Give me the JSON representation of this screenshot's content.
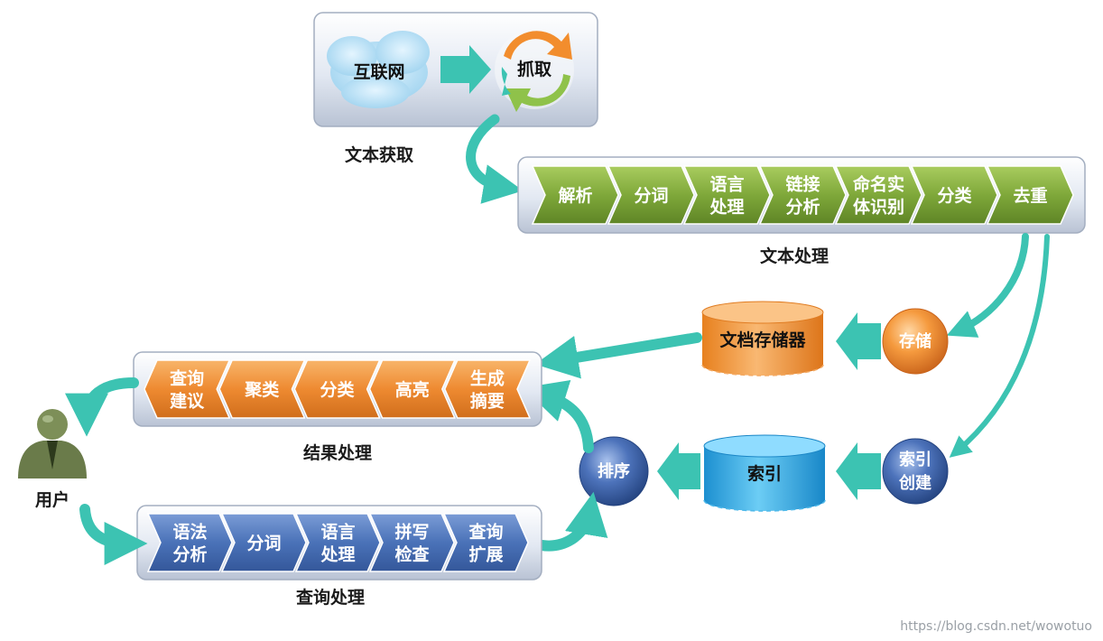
{
  "acquisition": {
    "title": "文本获取",
    "internet": "互联网",
    "crawl": "抓取"
  },
  "text_processing": {
    "title": "文本处理",
    "steps": [
      [
        "解析"
      ],
      [
        "分词"
      ],
      [
        "语言",
        "处理"
      ],
      [
        "链接",
        "分析"
      ],
      [
        "命名实",
        "体识别"
      ],
      [
        "分类"
      ],
      [
        "去重"
      ]
    ]
  },
  "storage": {
    "store": "存储",
    "doc_store": "文档存储器"
  },
  "indexing": {
    "create": [
      "索引",
      "创建"
    ],
    "index": "索引"
  },
  "ranking": {
    "rank": "排序"
  },
  "result_processing": {
    "title": "结果处理",
    "steps": [
      [
        "查询",
        "建议"
      ],
      [
        "聚类"
      ],
      [
        "分类"
      ],
      [
        "高亮"
      ],
      [
        "生成",
        "摘要"
      ]
    ]
  },
  "query_processing": {
    "title": "查询处理",
    "steps": [
      [
        "语法",
        "分析"
      ],
      [
        "分词"
      ],
      [
        "语言",
        "处理"
      ],
      [
        "拼写",
        "检查"
      ],
      [
        "查询",
        "扩展"
      ]
    ]
  },
  "user": {
    "label": "用户"
  },
  "watermark": "https://blog.csdn.net/wowotuo",
  "colors": {
    "green": "#7fa83a",
    "orange": "#f0913a",
    "blue": "#4a72b8",
    "teal": "#3cc3b2",
    "cyan_db": "#29a9e6"
  }
}
